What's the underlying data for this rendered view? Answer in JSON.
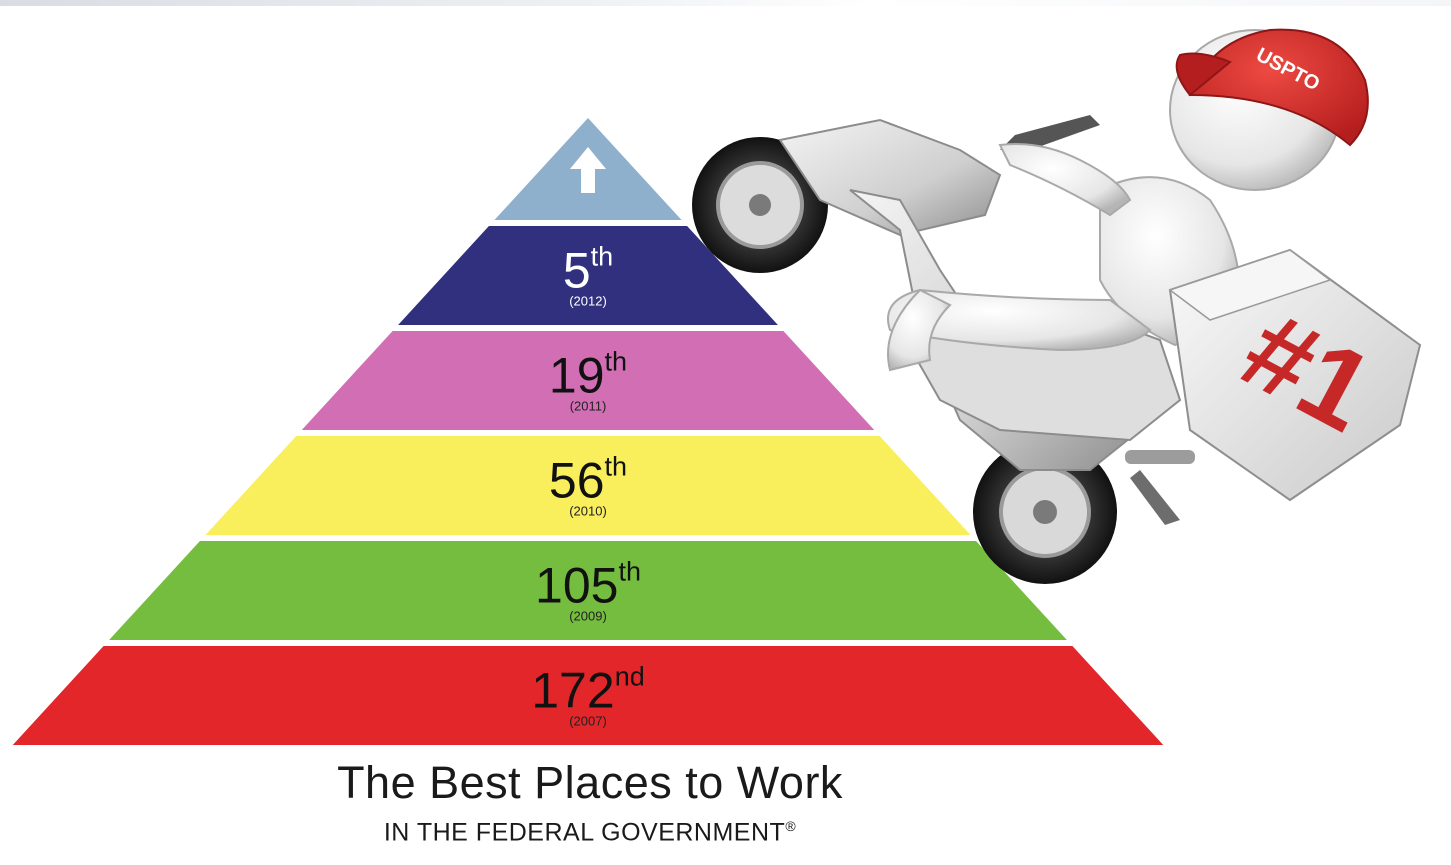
{
  "pyramid": {
    "tiers": [
      {
        "rank": "",
        "suffix": "",
        "year": "",
        "color": "#8fb0cc",
        "icon": "up-arrow-icon"
      },
      {
        "rank": "5",
        "suffix": "th",
        "year": "(2012)",
        "color": "#30307f"
      },
      {
        "rank": "19",
        "suffix": "th",
        "year": "(2011)",
        "color": "#d26fb4"
      },
      {
        "rank": "56",
        "suffix": "th",
        "year": "(2010)",
        "color": "#f9ef5d"
      },
      {
        "rank": "105",
        "suffix": "th",
        "year": "(2009)",
        "color": "#75bd3e"
      },
      {
        "rank": "172",
        "suffix": "nd",
        "year": "(2007)",
        "color": "#e2262a"
      }
    ]
  },
  "illustration": {
    "cap_text": "USPTO",
    "box_text": "#1",
    "cap_color": "#d42a2a",
    "box_text_color": "#c62828"
  },
  "caption": {
    "title": "The Best Places to Work",
    "subtitle": "IN THE FEDERAL GOVERNMENT",
    "registered_mark": "®"
  }
}
